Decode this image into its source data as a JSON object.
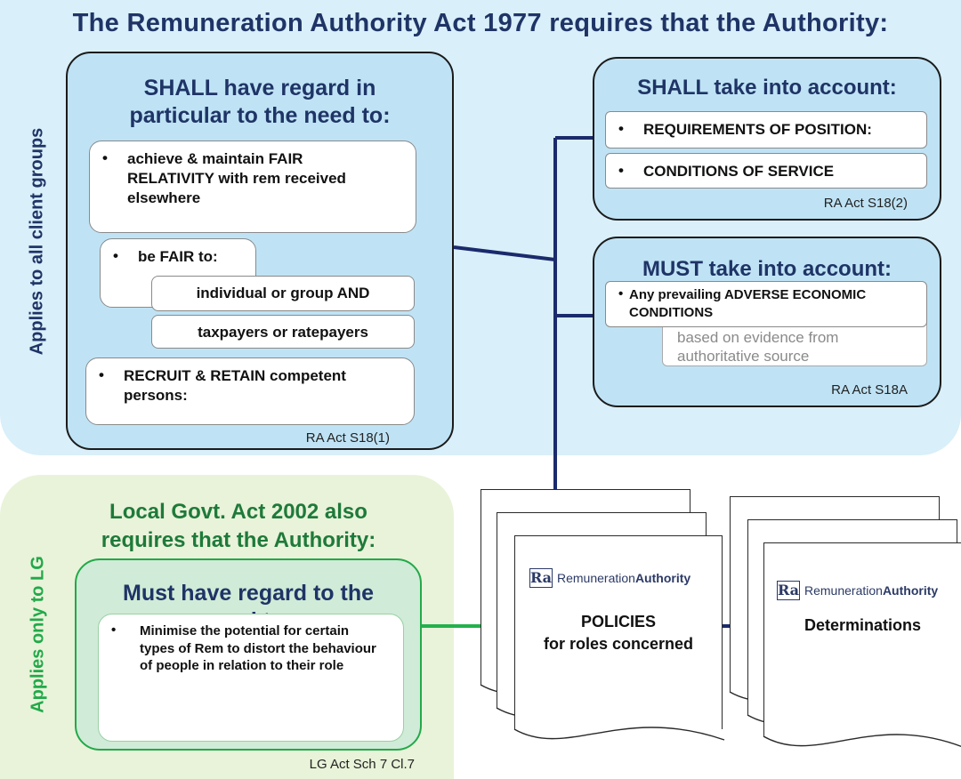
{
  "title": "The Remuneration Authority Act 1977 requires that the Authority:",
  "side_labels": {
    "top": "Applies to all client groups",
    "bottom": "Applies only to LG"
  },
  "shall_regard": {
    "heading_line1": "SHALL have regard in",
    "heading_line2": "particular to the need to:",
    "item1": "achieve & maintain FAIR RELATIVITY with rem received elsewhere",
    "item2": "be FAIR to:",
    "item2a": "individual or group AND",
    "item2b": "taxpayers or ratepayers",
    "item3": "RECRUIT & RETAIN competent persons:",
    "ref": "RA Act S18(1)"
  },
  "shall_take": {
    "heading": "SHALL take into account:",
    "item1": "REQUIREMENTS OF POSITION:",
    "item2": "CONDITIONS OF SERVICE",
    "ref": "RA Act S18(2)"
  },
  "must_take": {
    "heading": "MUST take into account:",
    "item1": "Any prevailing ADVERSE ECONOMIC CONDITIONS",
    "note": "based on evidence from authoritative source",
    "ref": "RA Act S18A"
  },
  "lg": {
    "heading_line1": "Local Govt. Act 2002 also",
    "heading_line2": "requires that the Authority:",
    "panel_heading_line1": "Must have regard to the",
    "panel_heading_line2": "need to:",
    "item1": "Minimise the potential for certain types of Rem to distort the behaviour of people in relation to their role",
    "ref": "LG Act Sch 7 Cl.7"
  },
  "bullet": "•",
  "docs": {
    "logo_mark": "Ra",
    "brand_regular": "Remuneration",
    "brand_bold": "Authority",
    "policies_line1": "POLICIES",
    "policies_line2": "for roles concerned",
    "determinations": "Determinations"
  },
  "colors": {
    "top_region": "#d9eff9",
    "bottom_region": "#e9f3d9",
    "navy": "#1f3466",
    "green": "#22a94a",
    "lg_heading": "#1e7a3a"
  }
}
